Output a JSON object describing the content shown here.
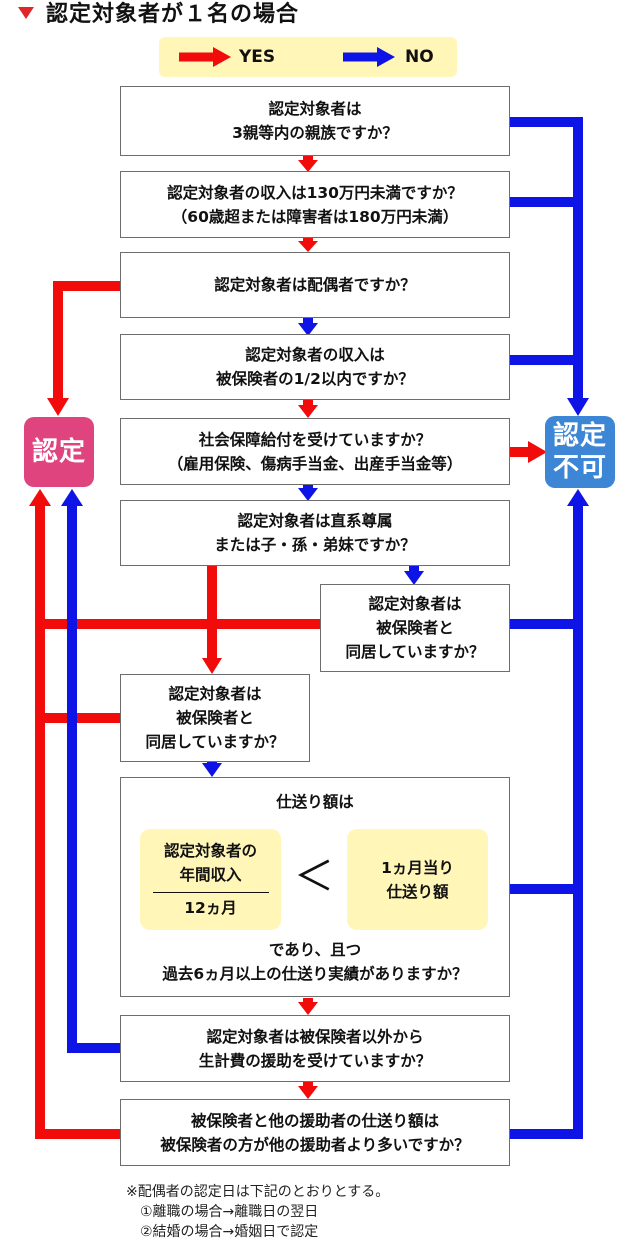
{
  "title": "認定対象者が１名の場合",
  "legend": {
    "yes": "YES",
    "no": "NO",
    "yes_color": "#f20b0b",
    "no_color": "#0e14e6"
  },
  "boxes": {
    "q1": [
      "認定対象者は",
      "3親等内の親族ですか？"
    ],
    "q2": [
      "認定対象者の収入は130万円未満ですか？",
      "（60歳超または障害者は180万円未満）"
    ],
    "q3": [
      "認定対象者は配偶者ですか？"
    ],
    "q4": [
      "認定対象者の収入は",
      "被保険者の1/2以内ですか？"
    ],
    "q5": [
      "社会保障給付を受けていますか？",
      "（雇用保険、傷病手当金、出産手当金等）"
    ],
    "q6": [
      "認定対象者は直系尊属",
      "または子・孫・弟妹ですか？"
    ],
    "q7": [
      "認定対象者は",
      "被保険者と",
      "同居していますか？"
    ],
    "q8": [
      "認定対象者は",
      "被保険者と",
      "同居していますか？"
    ],
    "q9": {
      "heading": "仕送り額は",
      "income_lines": [
        "認定対象者の",
        "年間収入"
      ],
      "income_denominator": "12ヵ月",
      "comparator": "＜",
      "allowance_lines": [
        "1ヵ月当り",
        "仕送り額"
      ],
      "tail": [
        "であり、且つ",
        "過去6ヵ月以上の仕送り実績がありますか？"
      ]
    },
    "q10": [
      "認定対象者は被保険者以外から",
      "生計費の援助を受けていますか？"
    ],
    "q11": [
      "被保険者と他の援助者の仕送り額は",
      "被保険者の方が他の援助者より多いですか？"
    ]
  },
  "outcomes": {
    "approved": "認定",
    "approved_color": "#e0447e",
    "rejected": [
      "認定",
      "不可"
    ],
    "rejected_color": "#3d86d6"
  },
  "notes": [
    "※配偶者の認定日は下記のとおりとする。",
    "①離職の場合→離職日の翌日",
    "②結婚の場合→婚姻日で認定"
  ]
}
